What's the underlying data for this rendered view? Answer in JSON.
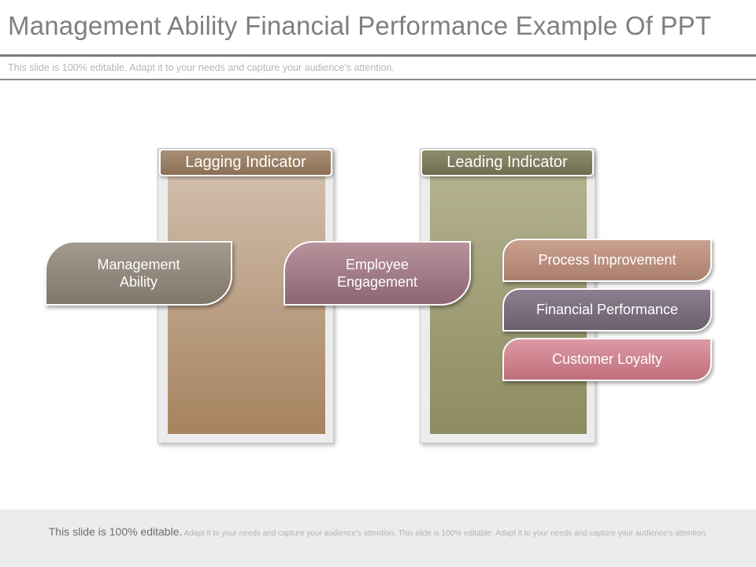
{
  "title": "Management Ability Financial Performance Example Of PPT",
  "subtitle": "This slide is 100% editable. Adapt it to your needs and capture your audience's attention.",
  "columns": {
    "lagging": {
      "label": "Lagging Indicator"
    },
    "leading": {
      "label": "Leading Indicator"
    }
  },
  "items": {
    "management_ability": "Management Ability",
    "employee_engagement": "Employee Engagement",
    "process_improvement": "Process Improvement",
    "financial_performance": "Financial Performance",
    "customer_loyalty": "Customer Loyalty"
  },
  "footer": {
    "lead": "This slide is 100% editable.",
    "rest": "Adapt it to your needs and capture your audience's attention. This slide is 100% editable. Adapt it to your needs and capture your audience's attention."
  },
  "colors": {
    "lagging_header": "#8b7056",
    "leading_header": "#6e6d4f",
    "management_ability": "#81776b",
    "employee_engagement": "#8c6672",
    "process_improvement": "#ab7f6d",
    "financial_performance": "#6b5f6e",
    "customer_loyalty": "#c06f7c"
  }
}
